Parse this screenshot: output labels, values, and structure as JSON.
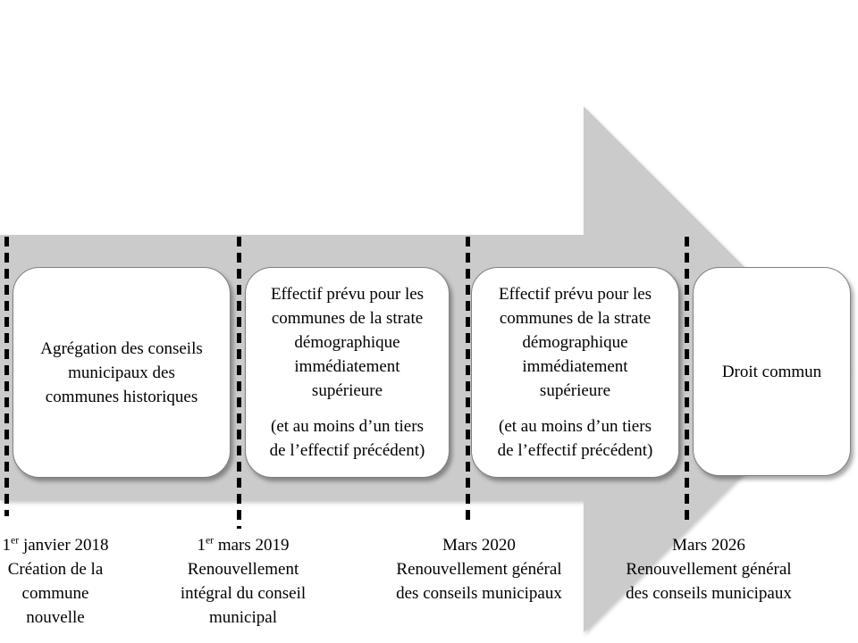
{
  "colors": {
    "arrow_fill": "#cbcbcb",
    "marker_stroke": "#000000",
    "box_border": "#808080",
    "box_fill": "#ffffff",
    "text": "#000000"
  },
  "arrow": {
    "shape": "right-arrow",
    "direction": "right"
  },
  "stages": [
    {
      "name": "agregation",
      "paragraphs": [
        {
          "lines": [
            "Agrégation des conseils",
            "municipaux des",
            "communes historiques"
          ]
        }
      ]
    },
    {
      "name": "effectif-strate-superieure-1",
      "paragraphs": [
        {
          "lines": [
            "Effectif prévu pour les",
            "communes de la strate",
            "démographique",
            "immédiatement",
            "supérieure"
          ]
        },
        {
          "lines": [
            "(et au moins d’un tiers",
            "de l’effectif précédent)"
          ]
        }
      ]
    },
    {
      "name": "effectif-strate-superieure-2",
      "paragraphs": [
        {
          "lines": [
            "Effectif prévu pour les",
            "communes de la strate",
            "démographique",
            "immédiatement",
            "supérieure"
          ]
        },
        {
          "lines": [
            "(et au moins d’un tiers",
            "de l’effectif précédent)"
          ]
        }
      ]
    },
    {
      "name": "droit-commun",
      "paragraphs": [
        {
          "lines": [
            "Droit commun"
          ]
        }
      ]
    }
  ],
  "milestones": [
    {
      "date_pre": "1",
      "date_sup": "er",
      "date_post": " janvier 2018",
      "description_lines": [
        "Création de la",
        "commune",
        "nouvelle"
      ]
    },
    {
      "date_pre": "1",
      "date_sup": "er",
      "date_post": " mars 2019",
      "description_lines": [
        "Renouvellement",
        "intégral du conseil",
        "municipal"
      ]
    },
    {
      "date_pre": "Mars 2020",
      "date_sup": "",
      "date_post": "",
      "description_lines": [
        "Renouvellement général",
        "des conseils municipaux"
      ]
    },
    {
      "date_pre": "Mars 2026",
      "date_sup": "",
      "date_post": "",
      "description_lines": [
        "Renouvellement général",
        "des conseils municipaux"
      ]
    }
  ]
}
